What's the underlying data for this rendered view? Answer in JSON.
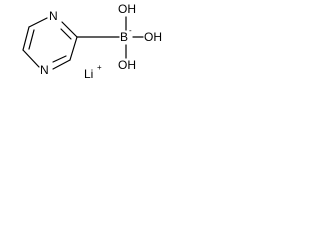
{
  "molecule": {
    "ring_n1": "N",
    "ring_n2": "N",
    "boron": "B",
    "boron_charge": "-",
    "oh_top": "OH",
    "oh_right": "OH",
    "oh_bottom": "OH",
    "counterion": "Li",
    "counterion_charge": "+"
  }
}
